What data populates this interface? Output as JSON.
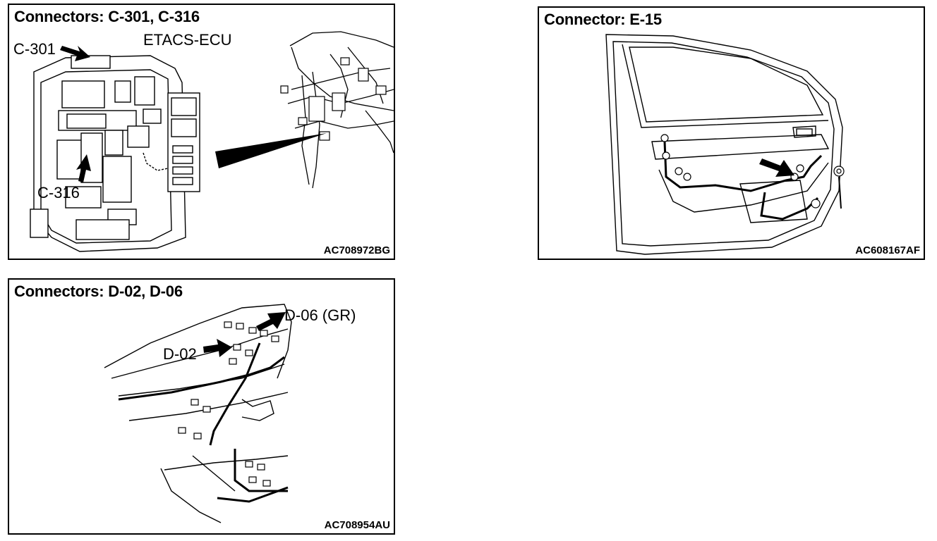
{
  "panels": {
    "etacs": {
      "title": "Connectors: C-301, C-316",
      "callouts": {
        "module": "ETACS-ECU",
        "c301": "C-301",
        "c316": "C-316"
      },
      "figure_code": "AC708972BG"
    },
    "door": {
      "title": "Connector: E-15",
      "figure_code": "AC608167AF"
    },
    "rear": {
      "title": "Connectors: D-02, D-06",
      "callouts": {
        "d06": "D-06 (GR)",
        "d02": "D-02"
      },
      "figure_code": "AC708954AU"
    }
  }
}
